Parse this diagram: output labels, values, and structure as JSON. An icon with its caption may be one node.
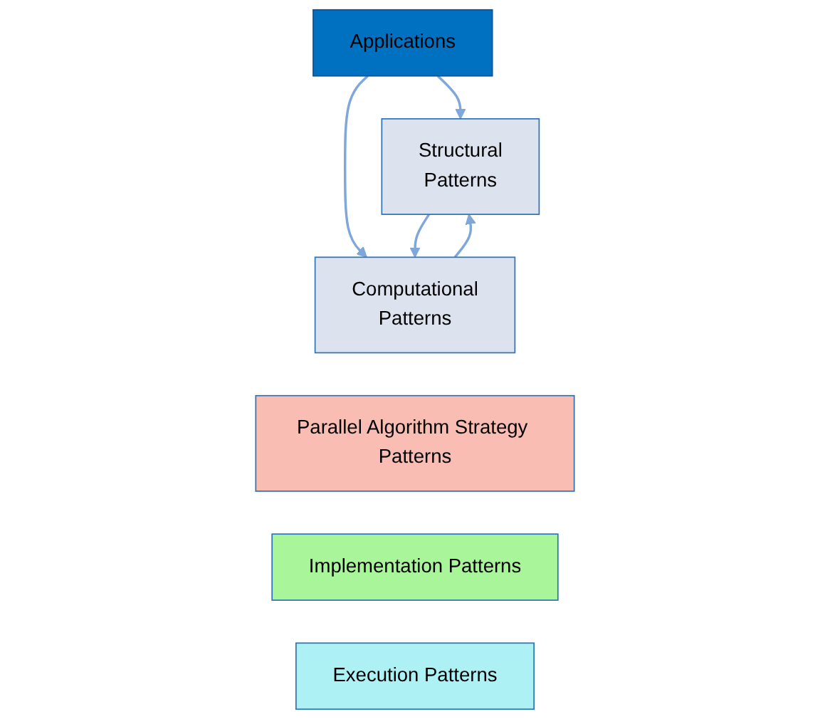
{
  "diagram": {
    "nodes": [
      {
        "text": [
          "Applications"
        ]
      },
      {
        "text": [
          "Structural",
          "Patterns"
        ]
      },
      {
        "text": [
          "Computational",
          "Patterns"
        ]
      },
      {
        "text": [
          "Parallel Algorithm Strategy Patterns"
        ]
      },
      {
        "text": [
          "Implementation Patterns"
        ]
      },
      {
        "text": [
          "Execution Patterns"
        ]
      }
    ],
    "edges": [
      {
        "from": 0,
        "to": 1,
        "arrow": "to"
      },
      {
        "from": 0,
        "to": 2,
        "arrow": "to"
      },
      {
        "from": 1,
        "to": 2,
        "arrow": "to"
      },
      {
        "from": 2,
        "to": 1,
        "arrow": "to"
      }
    ]
  }
}
